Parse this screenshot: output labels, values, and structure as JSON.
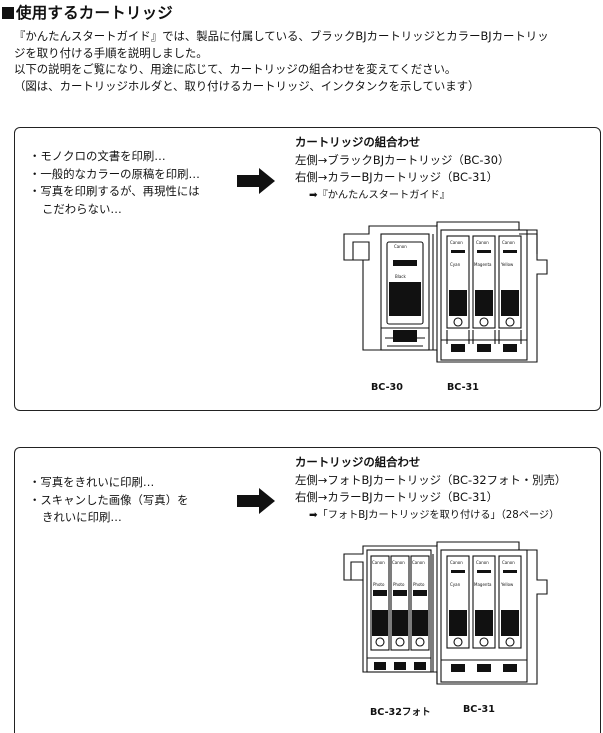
{
  "heading": "使用するカートリッジ",
  "intro": [
    "『かんたんスタートガイド』では、製品に付属している、ブラックBJカートリッジとカラーBJカートリッ",
    "ジを取り付ける手順を説明しました。",
    "以下の説明をご覧になり、用途に応じて、カートリッジの組合わせを変えてください。",
    "（図は、カートリッジホルダと、取り付けるカートリッジ、インクタンクを示しています）"
  ],
  "box1": {
    "bullets": [
      "・モノクロの文書を印刷…",
      "・一般的なカラーの原稿を印刷…",
      "・写真を印刷するが、再現性には"
    ],
    "bullet_cont": "こだわらない…",
    "combo_title": "カートリッジの組合わせ",
    "left": "左側→ブラックBJカートリッジ（BC-30）",
    "right": "右側→カラーBJカートリッジ（BC-31）",
    "ref": "➡『かんたんスタートガイド』",
    "label_left": "BC-30",
    "label_right": "BC-31"
  },
  "box2": {
    "bullets": [
      "・写真をきれいに印刷…",
      "・スキャンした画像（写真）を"
    ],
    "bullet_cont": "きれいに印刷…",
    "combo_title": "カートリッジの組合わせ",
    "left": "左側→フォトBJカートリッジ（BC-32フォト・別売）",
    "right": "右側→カラーBJカートリッジ（BC-31）",
    "ref": "➡「フォトBJカートリッジを取り付ける」（28ページ）",
    "label_left": "BC-32フォト",
    "label_right": "BC-31"
  },
  "tank": {
    "brand": "Canon",
    "black": "Black",
    "cyan": "Cyan",
    "magenta": "Magenta",
    "yellow": "Yellow",
    "photo": "Photo"
  }
}
